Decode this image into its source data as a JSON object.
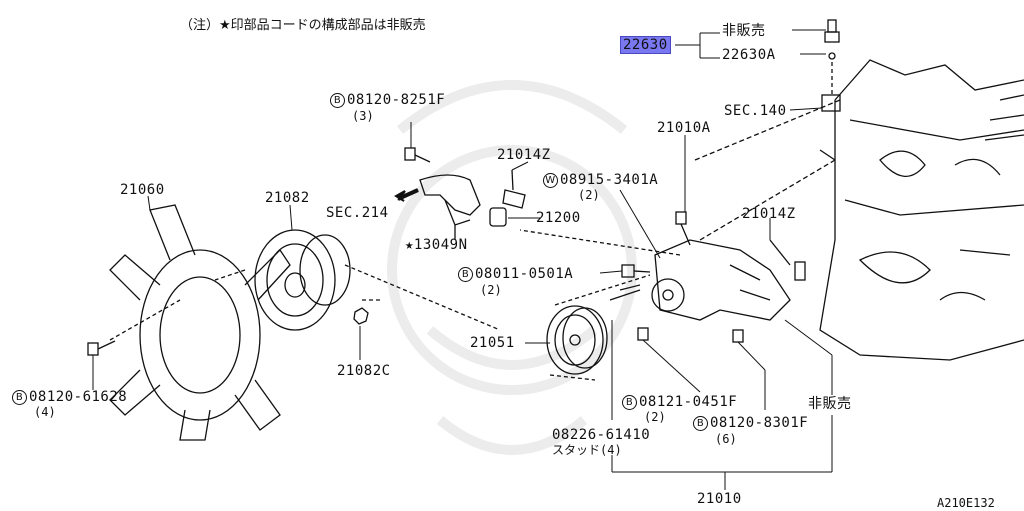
{
  "note": "（注）★印部品コードの構成部品は非販売",
  "drawing_code": "A210E132",
  "symbols": {
    "bolt_marker": "B",
    "washer_marker": "W"
  },
  "colors": {
    "highlight": "#7a78f0",
    "line": "#111111",
    "watermark": "#ececec"
  },
  "parts": {
    "p22630": "22630",
    "p22630A": "22630A",
    "not_sold_top": "非販売",
    "sec140": "SEC.140",
    "p21010A": "21010A",
    "b08120_8251F": "08120-8251F",
    "b08120_8251F_qty": "(3)",
    "p21014Z_top": "21014Z",
    "w08915_3401A": "08915-3401A",
    "w08915_3401A_qty": "(2)",
    "sec214": "SEC.214",
    "p21200": "21200",
    "p13049N": "★13049N",
    "p21014Z_right": "21014Z",
    "p21060": "21060",
    "p21082": "21082",
    "b08011_0501A": "08011-0501A",
    "b08011_0501A_qty": "(2)",
    "p21051": "21051",
    "p21082C": "21082C",
    "b08120_61628": "08120-61628",
    "b08120_61628_qty": "(4)",
    "b08121_0451F": "08121-0451F",
    "b08121_0451F_qty": "(2)",
    "not_sold_right": "非販売",
    "b08120_8301F": "08120-8301F",
    "b08120_8301F_qty": "(6)",
    "p08226_61410": "08226-61410",
    "stud_qty": "スタッド(4)",
    "p21010": "21010"
  }
}
